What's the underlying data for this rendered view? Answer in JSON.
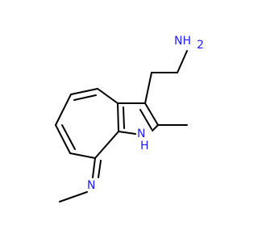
{
  "molecule": {
    "atoms": {
      "amine": "NH",
      "amine_h": "2",
      "ring_nh": "N",
      "ring_nh_h": "H",
      "imine": "N"
    },
    "colors": {
      "bond": "#000000",
      "nitrogen": "#1d1dff",
      "background": "#ffffff"
    }
  }
}
